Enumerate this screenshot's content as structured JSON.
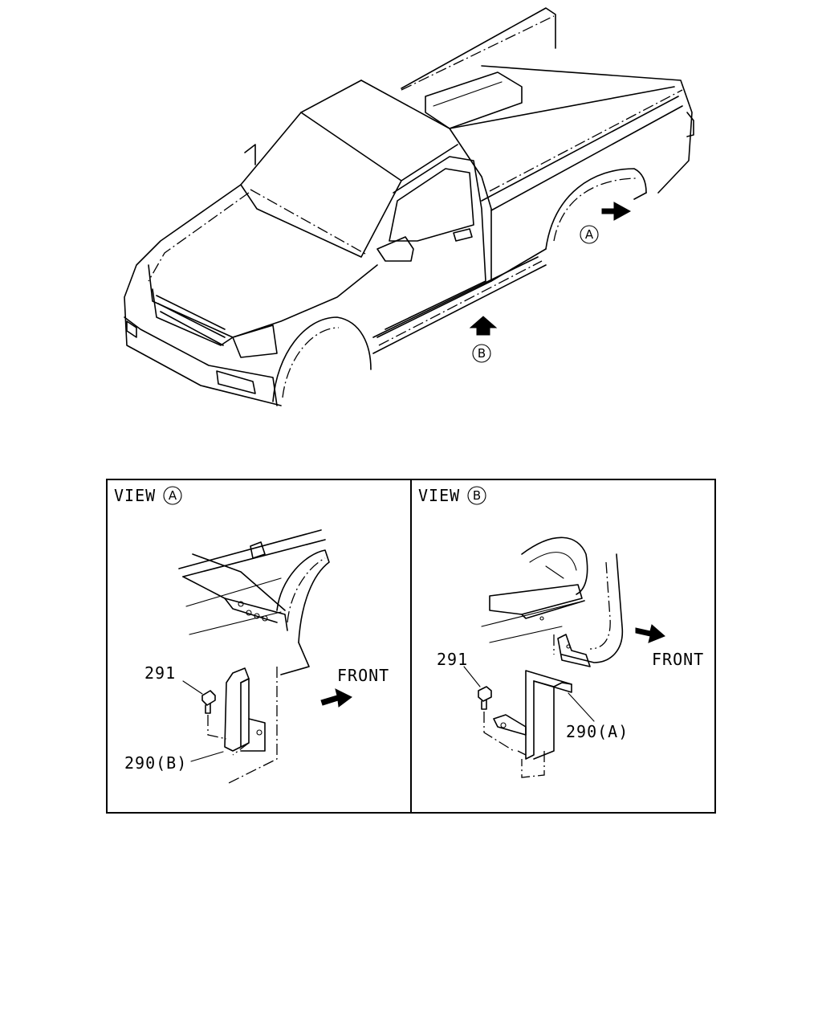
{
  "callouts": {
    "marker_a": "A",
    "marker_b": "B"
  },
  "view_a": {
    "title": "VIEW",
    "marker": "A",
    "front_label": "FRONT",
    "part_bolt": "291",
    "part_bracket": "290(B)"
  },
  "view_b": {
    "title": "VIEW",
    "marker": "B",
    "front_label": "FRONT",
    "part_bolt": "291",
    "part_bracket": "290(A)"
  }
}
